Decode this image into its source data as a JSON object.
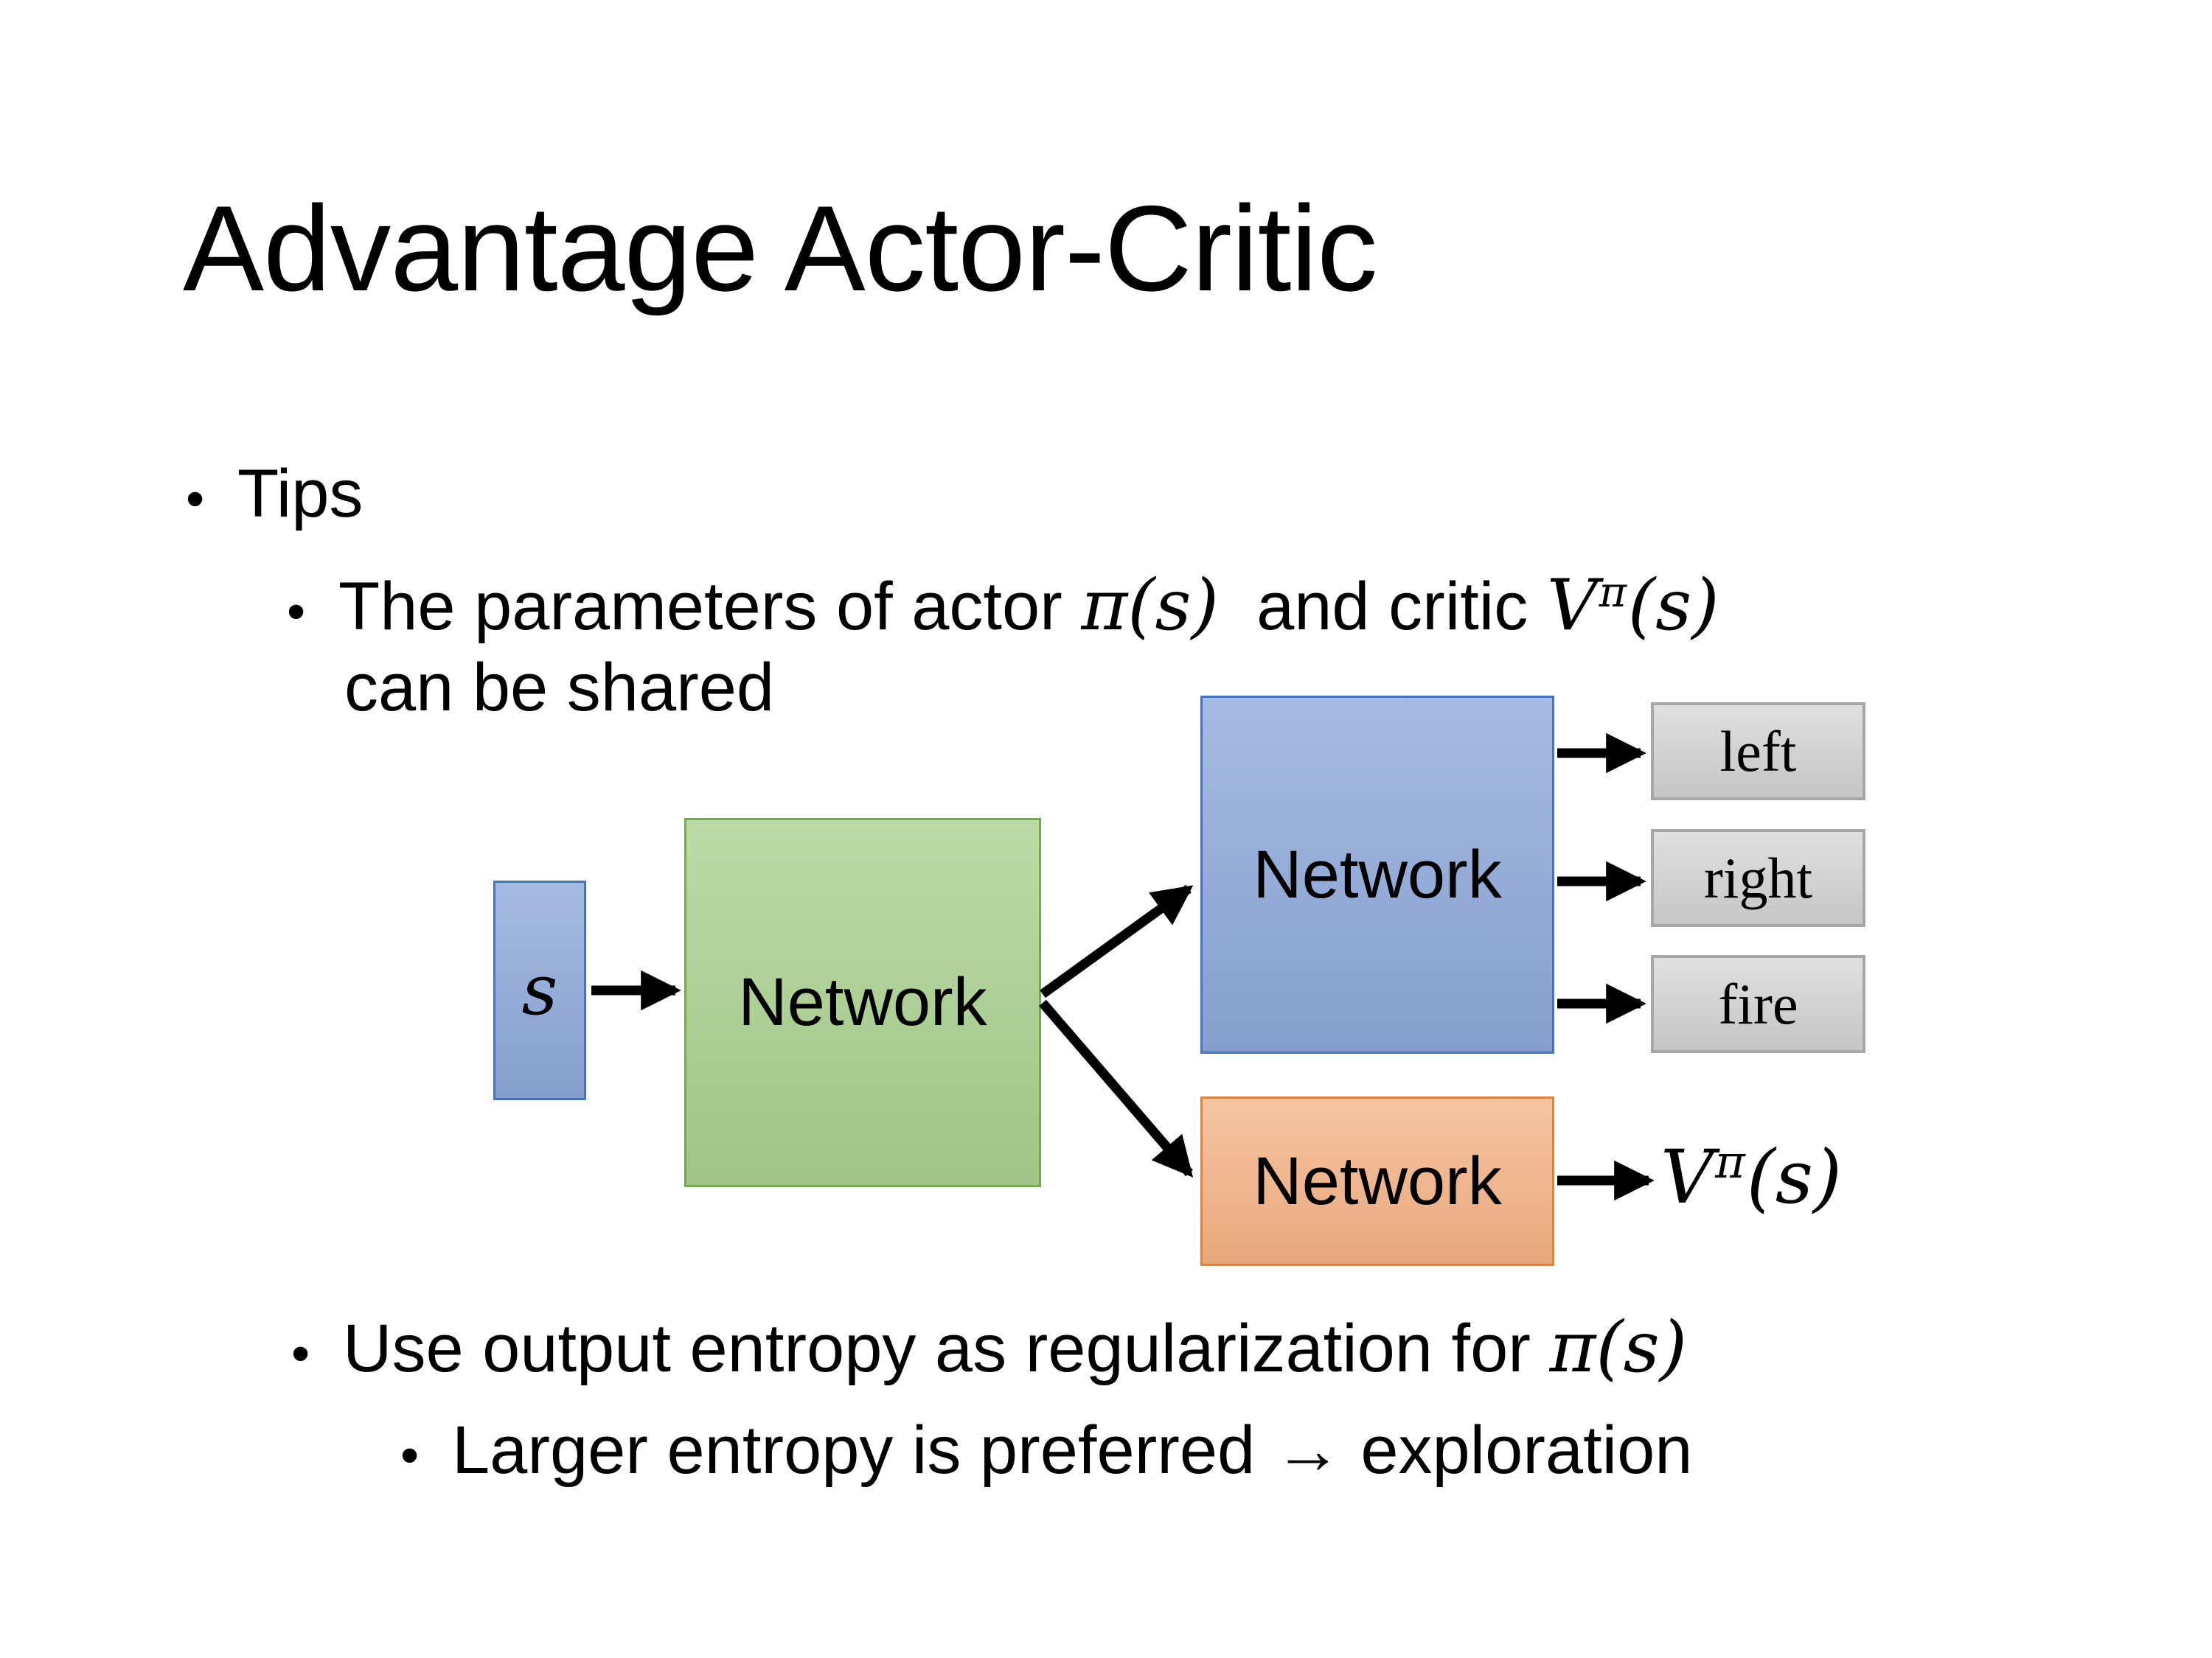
{
  "slide": {
    "title": "Advantage Actor-Critic",
    "bullets": {
      "bullet_glyph": "•",
      "tips": "Tips",
      "param_pre": "The parameters of actor ",
      "param_math1": "π(s)",
      "param_mid": "  and critic ",
      "param_v_base": "V",
      "param_v_sup": "π",
      "param_v_args": "(s)",
      "param_cont": "can be shared",
      "entropy_pre": "Use output entropy as regularization for ",
      "entropy_math": "π(s)",
      "exploration": "Larger entropy is preferred → exploration"
    },
    "diagram": {
      "state_label": "s",
      "shared_network_label": "Network",
      "actor_network_label": "Network",
      "critic_network_label": "Network",
      "action_left": "left",
      "action_right": "right",
      "action_fire": "fire",
      "value_base": "V",
      "value_sup": "π",
      "value_args": "(s)"
    },
    "colors": {
      "background": "#FFFFFF",
      "text": "#000000",
      "arrow": "#000000",
      "blue_fill": "#8FAADC",
      "blue_border": "#4472C4",
      "green_fill": "#A9D18E",
      "green_border": "#74A94F",
      "orange_fill": "#F4B183",
      "orange_border": "#E0813C",
      "gray_fill": "#D2D2D2",
      "gray_border": "#A6A6A6"
    }
  }
}
